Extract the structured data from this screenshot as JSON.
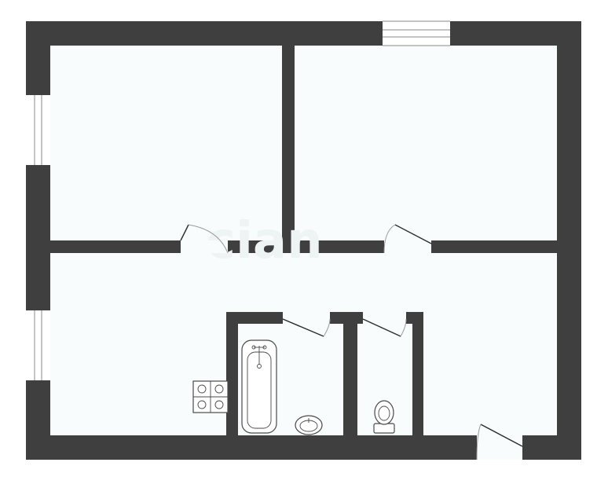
{
  "plan": {
    "rooms": [
      {
        "id": "room-top-left"
      },
      {
        "id": "room-top-right"
      },
      {
        "id": "hallway-kitchen"
      },
      {
        "id": "bathroom"
      },
      {
        "id": "toilet"
      }
    ],
    "fixtures": [
      "stove",
      "bathtub",
      "washbasin",
      "toilet-bowl"
    ],
    "colors": {
      "wall": "#3f3f3f",
      "floor": "#f8fcfc"
    }
  },
  "watermark": "cian"
}
